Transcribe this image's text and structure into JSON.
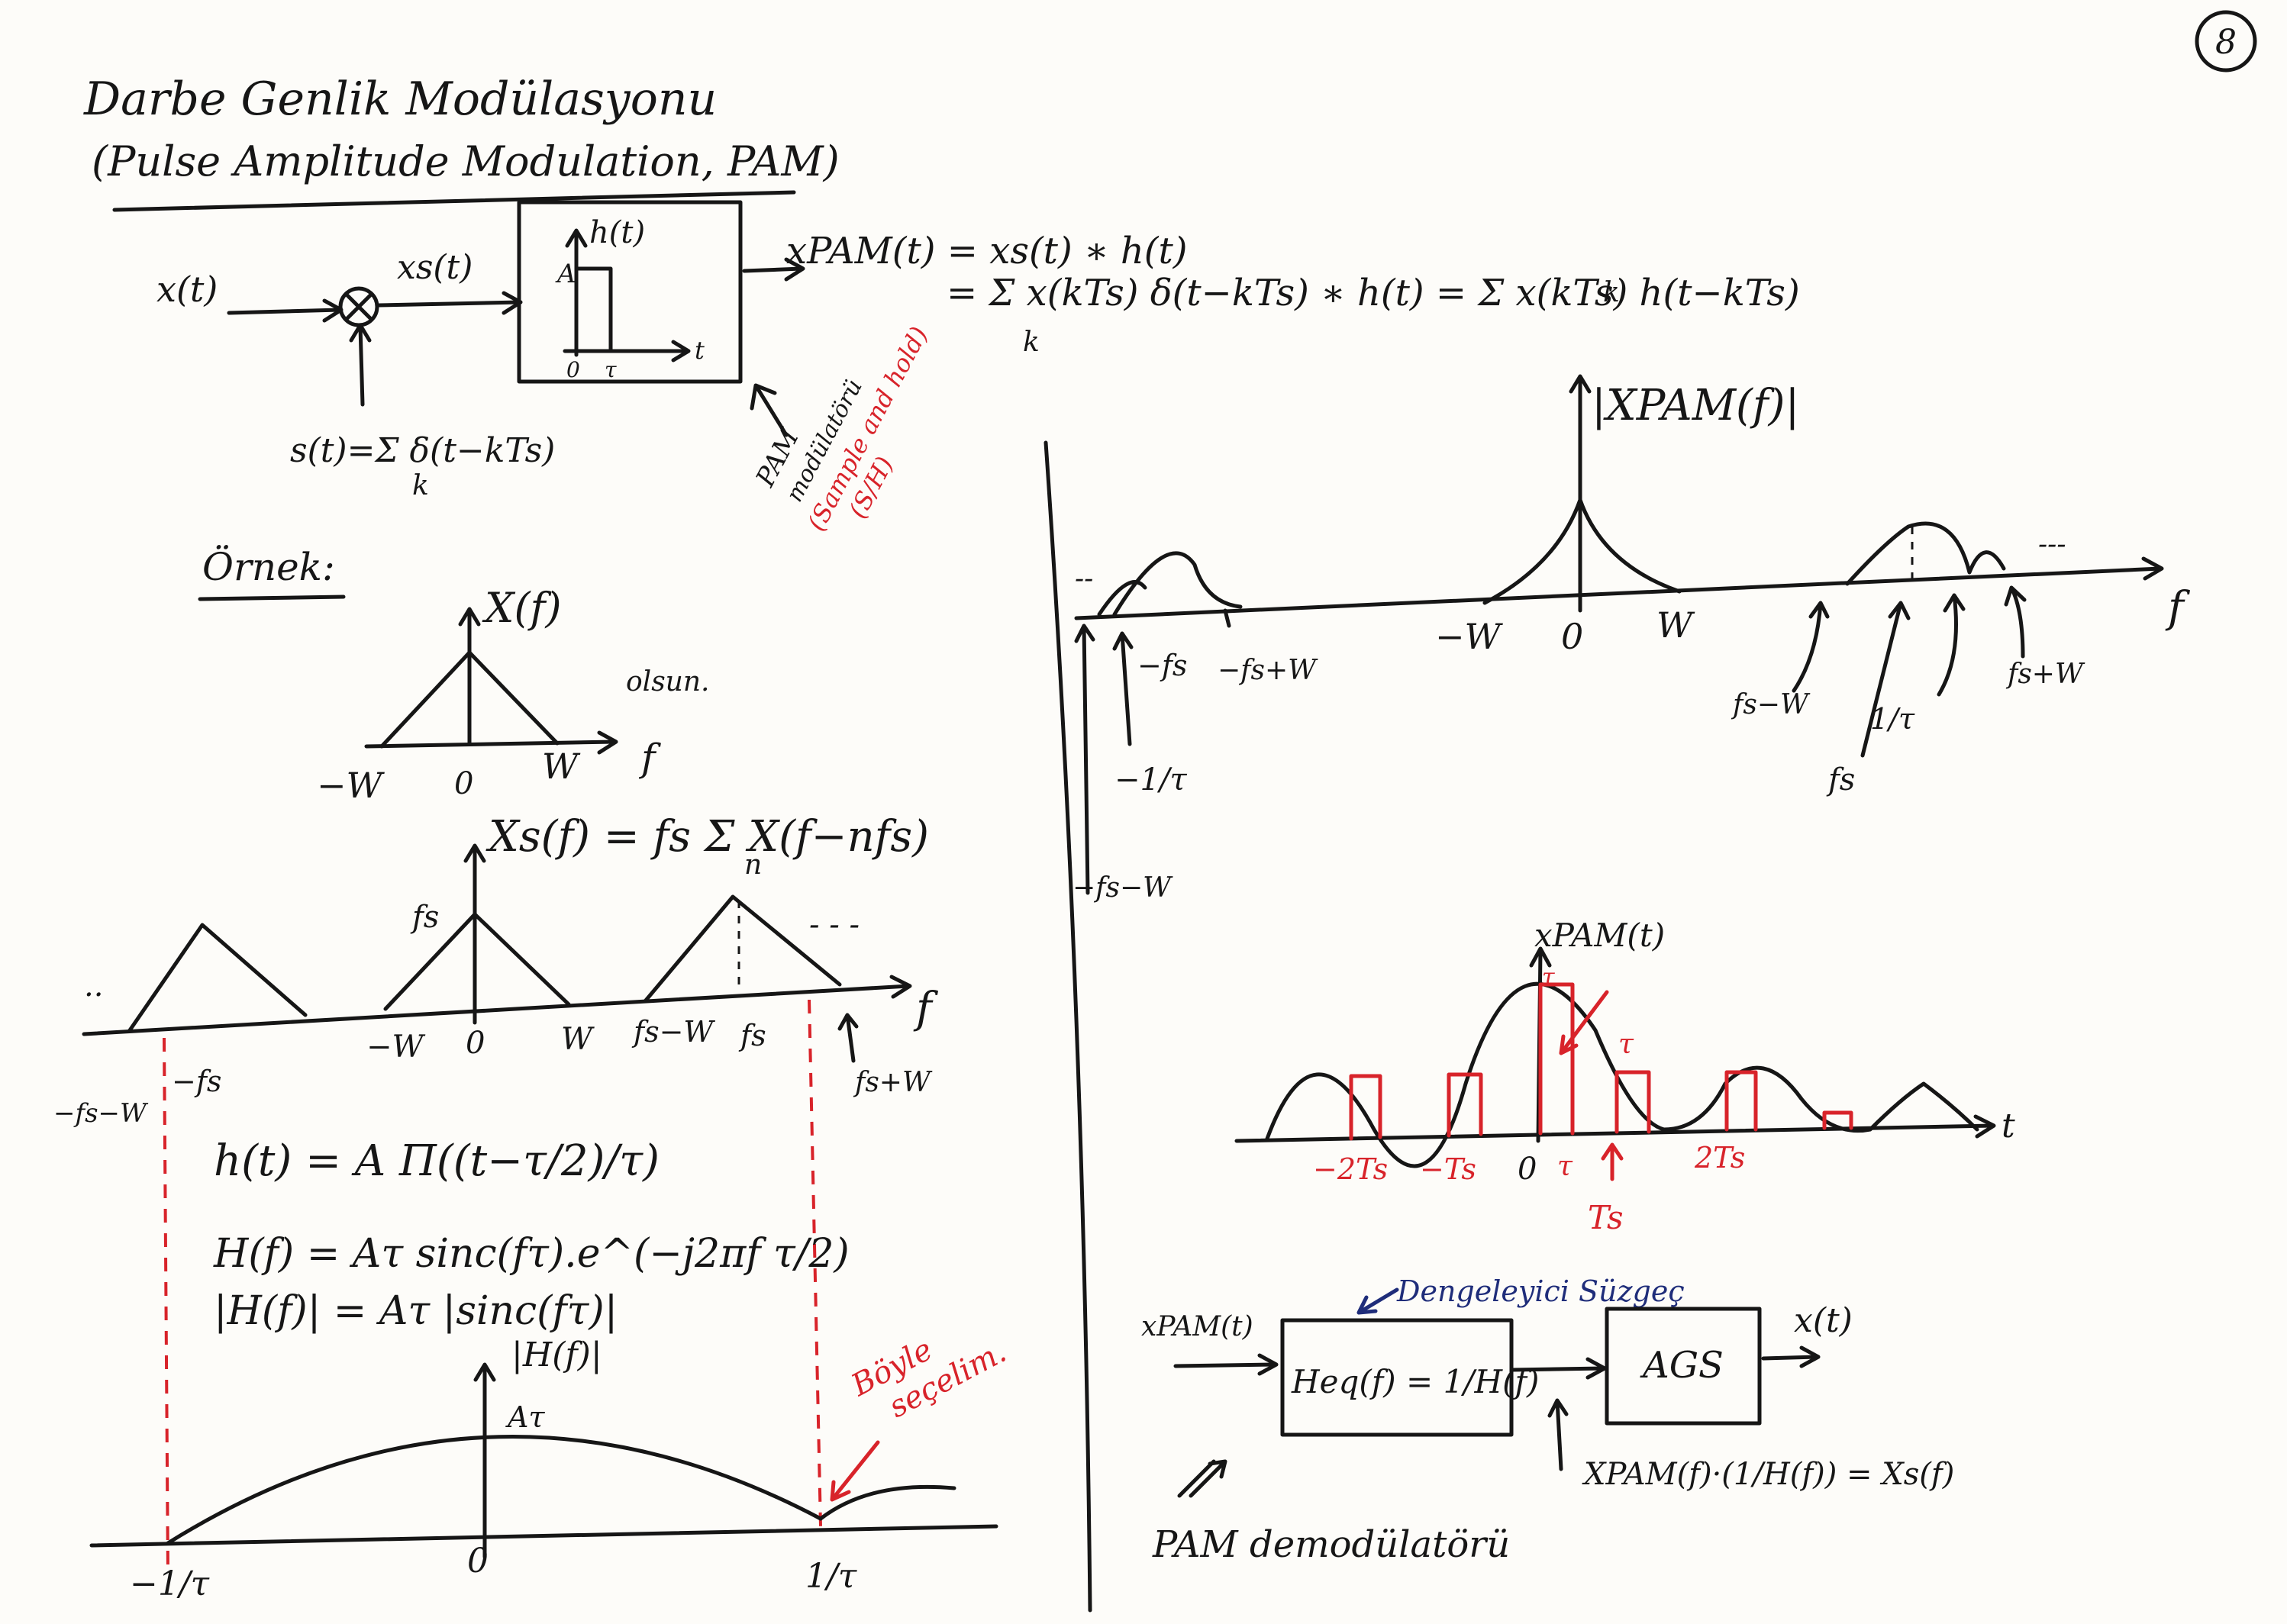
{
  "page_number": "8",
  "title": {
    "line1": "Darbe Genlik Modülasyonu",
    "line2": "(Pulse Amplitude Modulation, PAM)"
  },
  "modulator": {
    "input": "x(t)",
    "mult_symbol": "⊗",
    "sampled": "xs(t)",
    "sampling_fn": "s(t)=Σ δ(t−kTs)",
    "sampling_index": "k",
    "box_ylabel": "A",
    "box_title": "h(t)",
    "box_t0": "0",
    "box_tau": "τ",
    "box_t": "t",
    "note_black_1": "PAM",
    "note_black_2": "modülatörü",
    "note_red_1": "(Sample and hold)",
    "note_red_2": "(S/H)"
  },
  "equations": {
    "pam_def": "xPAM(t) = xs(t) ∗ h(t)",
    "pam_expand_1": "= Σ x(kTs) δ(t−kTs) ∗ h(t) = Σ x(kTs) h(t−kTs)",
    "pam_index_1": "k",
    "pam_index_2": "k"
  },
  "example": {
    "label": "Örnek:",
    "xf_title": "X(f)",
    "xf_note": "olsun.",
    "xf_ticks": [
      "−W",
      "0",
      "W",
      "f"
    ],
    "xs_title": "Xs(f) = fs Σ X(f−nfs)",
    "xs_index": "n",
    "xs_peak": "fs",
    "xs_ticks": [
      "−W",
      "0",
      "W",
      "fs−W",
      "fs",
      "f"
    ],
    "xs_left_labels": [
      "−fs−W",
      "−fs"
    ],
    "xs_right_label": "fs+W",
    "xs_dots": "- - -",
    "xs_left_dots": ".."
  },
  "formulas": {
    "h": "h(t) = A Π((t−τ/2)/τ)",
    "H": "H(f) = Aτ sinc(fτ).e^(−j2πf τ/2)",
    "absH": "|H(f)| = Aτ |sinc(fτ)|"
  },
  "hplot": {
    "ylabel": "|H(f)|",
    "peak": "Aτ",
    "ticks": [
      "−1/τ",
      "0",
      "1/τ"
    ],
    "note_1": "Böyle",
    "note_2": "seçelim."
  },
  "xpam_spectrum": {
    "title": "|XPAM(f)|",
    "ticks_mid": [
      "−W",
      "0",
      "W"
    ],
    "f_label": "f",
    "left_labels": [
      "−fs",
      "−fs+W",
      "−1/τ",
      "−fs−W"
    ],
    "right_labels": [
      "fs−W",
      "1/τ",
      "fs+W",
      "fs"
    ],
    "dots_left": "--",
    "dots_right": "---"
  },
  "xpam_time": {
    "title": "xPAM(t)",
    "tau_label": "τ",
    "tau_label_2": "τ",
    "ticks": [
      "−2Ts",
      "−Ts",
      "0",
      "τ",
      "2Ts"
    ],
    "ts_label": "Ts",
    "t_label": "t"
  },
  "demod": {
    "input": "xPAM(t)",
    "eq_block": "Heq(f) = 1/H(f)",
    "eq_note": "Dengeleyici Süzgeç",
    "lpf": "AGS",
    "output": "x(t)",
    "result": "XPAM(f)·(1/H(f)) = Xs(f)",
    "caption": "PAM demodülatörü"
  }
}
